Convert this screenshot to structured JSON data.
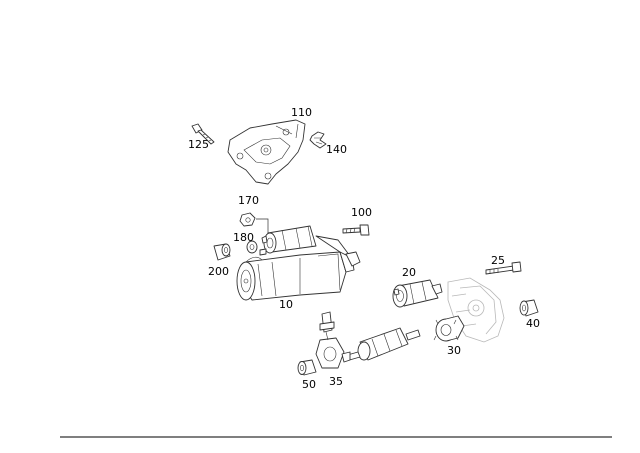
{
  "diagram": {
    "labels": {
      "p10": "10",
      "p20": "20",
      "p25": "25",
      "p30": "30",
      "p35": "35",
      "p40": "40",
      "p50": "50",
      "p100": "100",
      "p110": "110",
      "p125": "125",
      "p140": "140",
      "p170": "170",
      "p180": "180",
      "p200": "200"
    }
  }
}
